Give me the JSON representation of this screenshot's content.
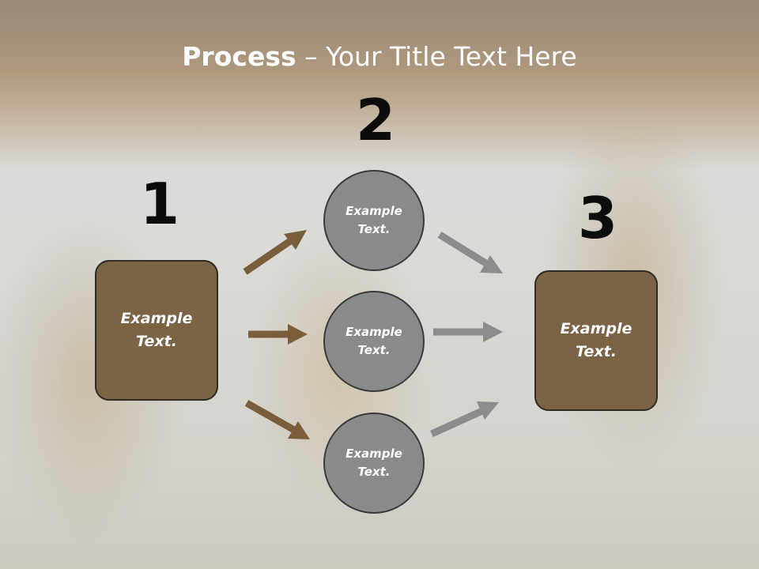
{
  "title": {
    "bold": "Process",
    "rest": " – Your Title Text Here"
  },
  "steps": {
    "n1": "1",
    "n2": "2",
    "n3": "3"
  },
  "box_left": {
    "line1": "Example",
    "line2": "Text."
  },
  "box_right": {
    "line1": "Example",
    "line2": "Text."
  },
  "circles": [
    {
      "line1": "Example",
      "line2": "Text."
    },
    {
      "line1": "Example",
      "line2": "Text."
    },
    {
      "line1": "Example",
      "line2": "Text."
    }
  ],
  "colors": {
    "box_fill": "#7b6345",
    "circle_fill": "#8a8a8a",
    "arrow_brown": "#7a5e3c",
    "arrow_gray": "#8c8c8c"
  }
}
